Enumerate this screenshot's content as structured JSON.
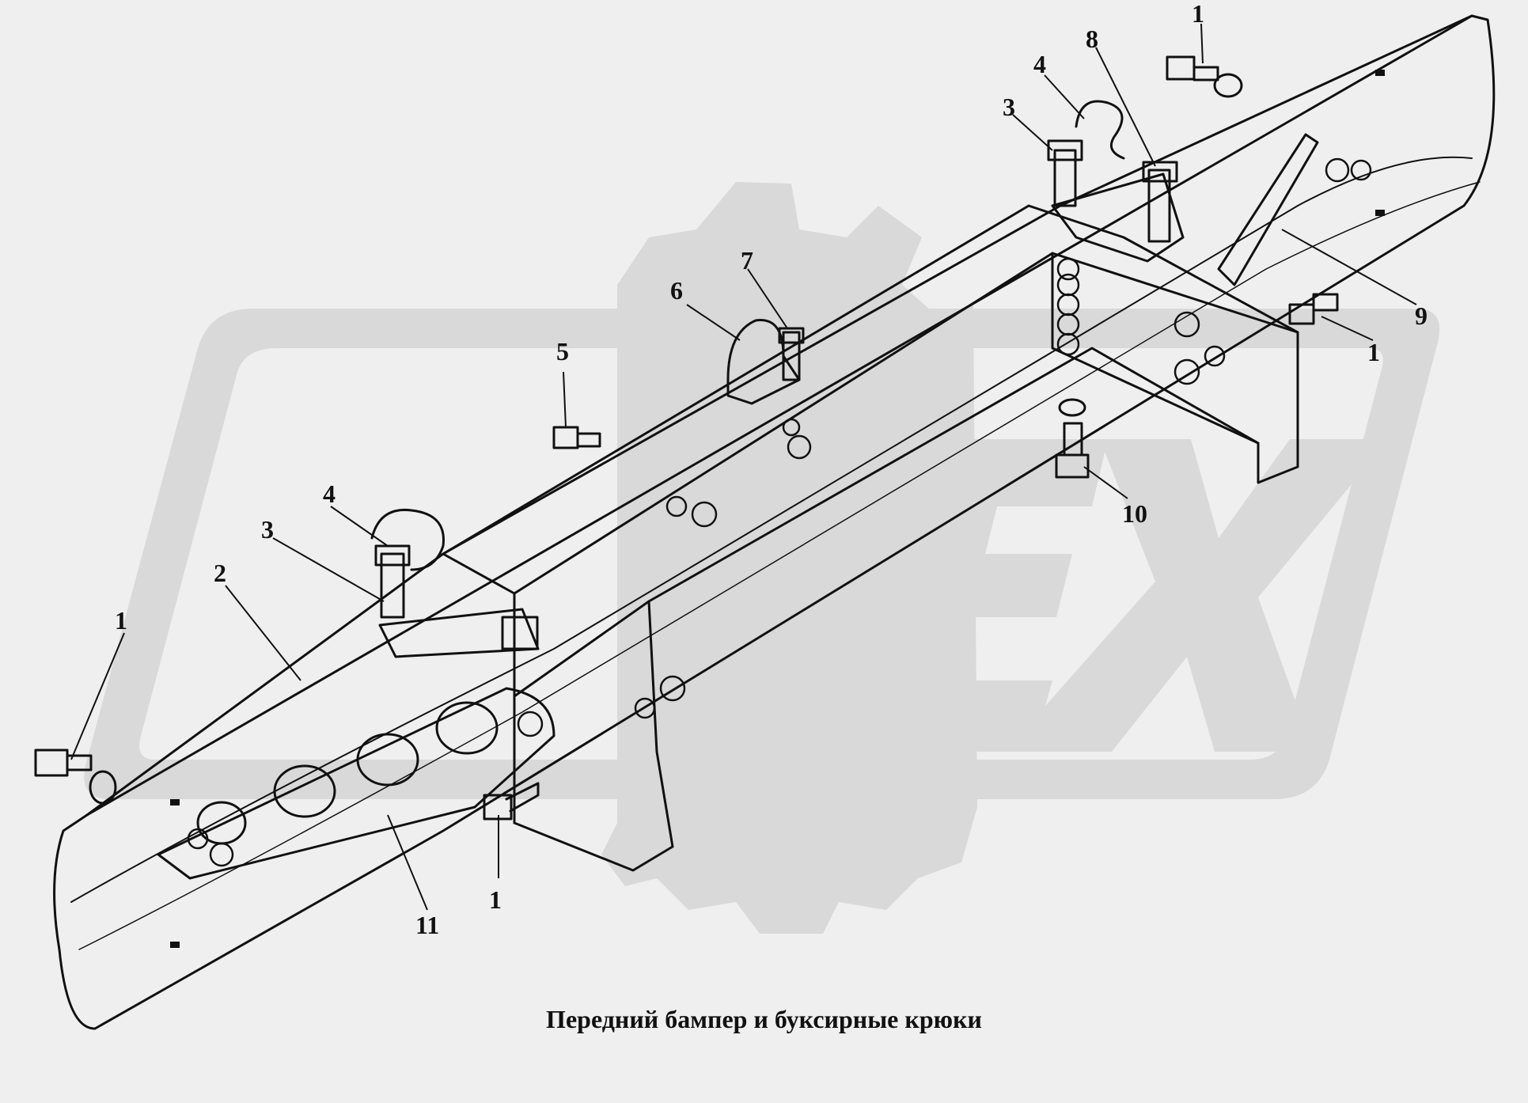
{
  "caption": "Передний бампер и буксирные крюки",
  "watermark": {
    "text": "OFEX",
    "color": "#d9d9d9"
  },
  "line_color": "#111111",
  "callouts": [
    {
      "id": "c1a",
      "text": "1"
    },
    {
      "id": "c1b",
      "text": "1"
    },
    {
      "id": "c1c",
      "text": "1"
    },
    {
      "id": "c1d",
      "text": "1"
    },
    {
      "id": "c2",
      "text": "2"
    },
    {
      "id": "c3a",
      "text": "3"
    },
    {
      "id": "c3b",
      "text": "3"
    },
    {
      "id": "c4a",
      "text": "4"
    },
    {
      "id": "c4b",
      "text": "4"
    },
    {
      "id": "c5",
      "text": "5"
    },
    {
      "id": "c6",
      "text": "6"
    },
    {
      "id": "c7",
      "text": "7"
    },
    {
      "id": "c8",
      "text": "8"
    },
    {
      "id": "c9",
      "text": "9"
    },
    {
      "id": "c10",
      "text": "10"
    },
    {
      "id": "c11",
      "text": "11"
    }
  ]
}
